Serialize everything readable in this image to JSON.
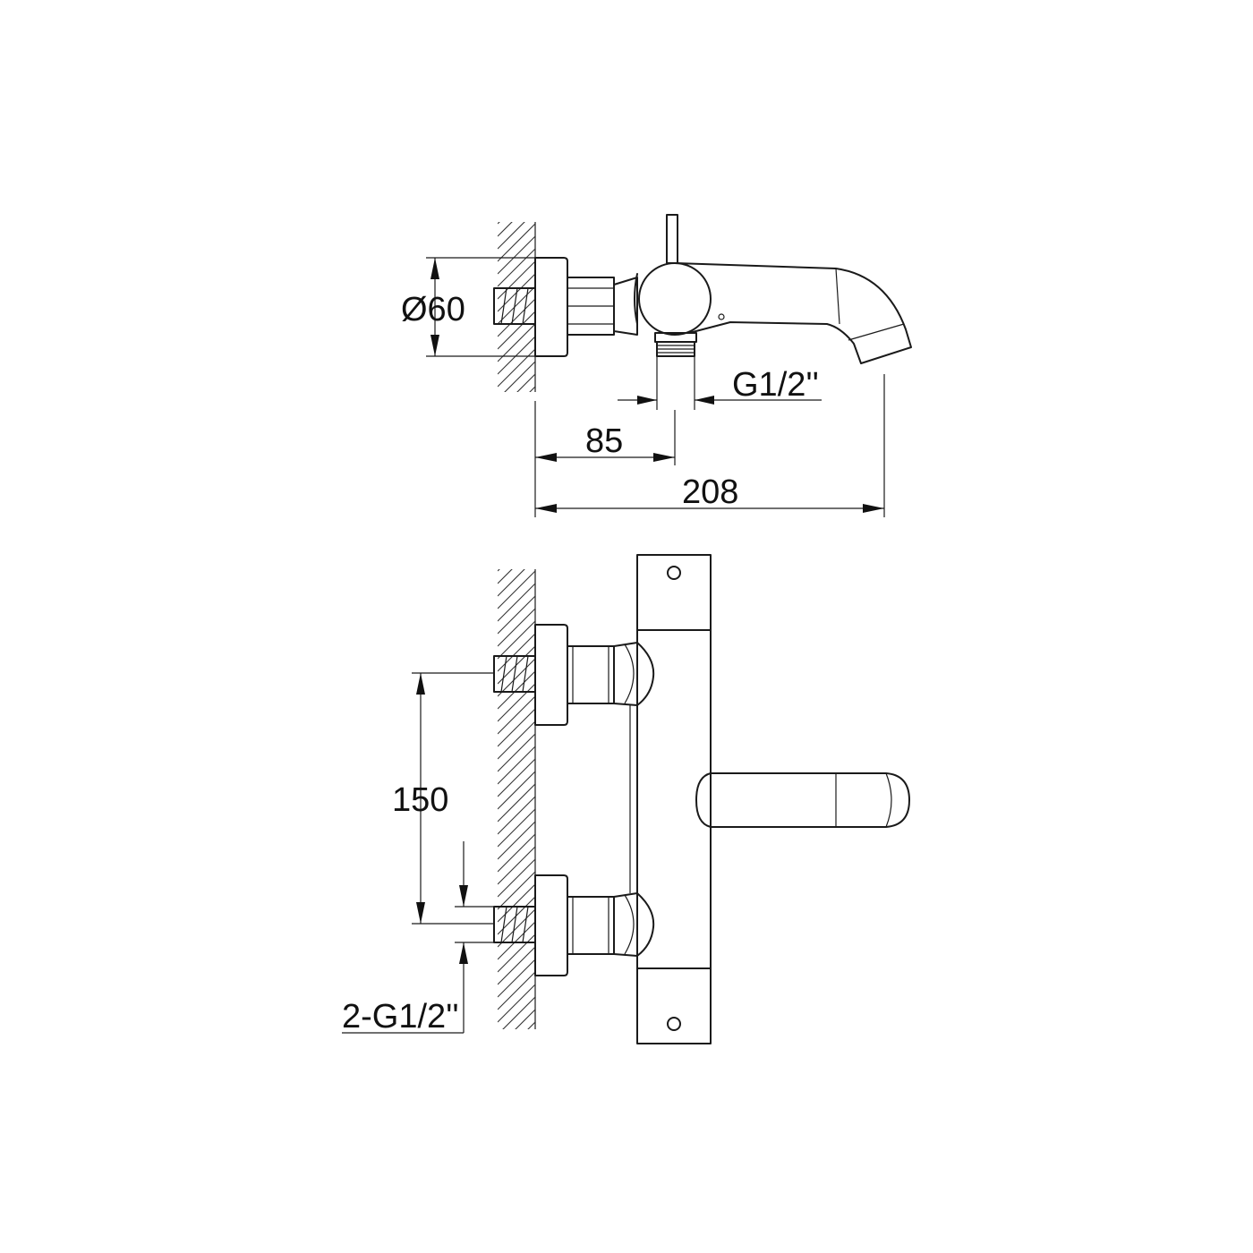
{
  "drawing": {
    "views": {
      "side_view": {
        "dims": {
          "diameter": "Ø60",
          "outlet_thread": "G1/2''",
          "handle_offset": "85",
          "overall_depth": "208"
        }
      },
      "front_view": {
        "dims": {
          "inlet_spacing": "150",
          "inlet_threads": "2-G1/2''"
        }
      }
    },
    "colors": {
      "line": "#1a1a1a",
      "background": "#ffffff"
    }
  }
}
